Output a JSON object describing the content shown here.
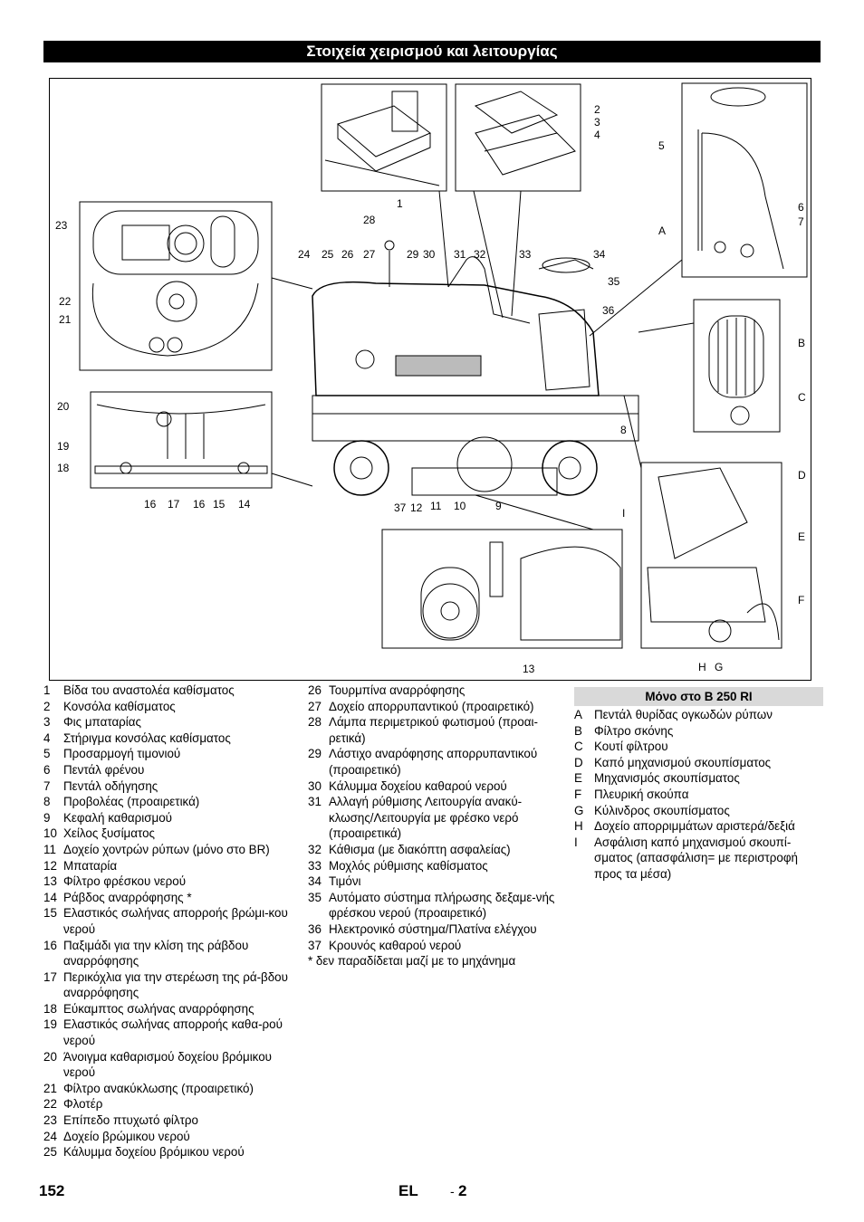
{
  "header": {
    "title": "Στοιχεία χειρισμού και λειτουργίας"
  },
  "figure": {
    "callouts": [
      "1",
      "2",
      "3",
      "4",
      "5",
      "6",
      "7",
      "8",
      "9",
      "10",
      "11",
      "12",
      "13",
      "14",
      "15",
      "16",
      "16",
      "17",
      "18",
      "19",
      "20",
      "21",
      "22",
      "23",
      "24",
      "25",
      "26",
      "27",
      "28",
      "29",
      "30",
      "31",
      "32",
      "33",
      "34",
      "35",
      "36",
      "37",
      "A",
      "B",
      "C",
      "D",
      "E",
      "F",
      "G",
      "H",
      "I"
    ]
  },
  "legend_left": [
    {
      "num": "1",
      "text": "Βίδα του αναστολέα καθίσματος"
    },
    {
      "num": "2",
      "text": "Κονσόλα καθίσματος"
    },
    {
      "num": "3",
      "text": "Φις μπαταρίας"
    },
    {
      "num": "4",
      "text": "Στήριγμα κονσόλας καθίσματος"
    },
    {
      "num": "5",
      "text": "Προσαρμογή τιμονιού"
    },
    {
      "num": "6",
      "text": "Πεντάλ φρένου"
    },
    {
      "num": "7",
      "text": "Πεντάλ οδήγησης"
    },
    {
      "num": "8",
      "text": "Προβολέας (προαιρετικά)"
    },
    {
      "num": "9",
      "text": "Κεφαλή καθαρισμού"
    },
    {
      "num": "10",
      "text": "Χείλος ξυσίματος"
    },
    {
      "num": "11",
      "text": "Δοχείο χοντρών ρύπων (μόνο στο BR)"
    },
    {
      "num": "12",
      "text": "Μπαταρία"
    },
    {
      "num": "13",
      "text": "Φίλτρο φρέσκου νερού"
    },
    {
      "num": "14",
      "text": "Ράβδος αναρρόφησης *"
    },
    {
      "num": "15",
      "text": "Ελαστικός σωλήνας απορροής βρώμι-κου νερού"
    },
    {
      "num": "16",
      "text": "Παξιμάδι για την κλίση της ράβδου αναρρόφησης"
    },
    {
      "num": "17",
      "text": "Περικόχλια για την στερέωση της ρά-βδου αναρρόφησης"
    },
    {
      "num": "18",
      "text": "Εύκαμπτος σωλήνας αναρρόφησης"
    },
    {
      "num": "19",
      "text": "Ελαστικός σωλήνας απορροής καθα-ρού νερού"
    },
    {
      "num": "20",
      "text": "Άνοιγμα καθαρισμού δοχείου βρόμικου νερού"
    },
    {
      "num": "21",
      "text": "Φίλτρο ανακύκλωσης (προαιρετικό)"
    },
    {
      "num": "22",
      "text": "Φλοτέρ"
    },
    {
      "num": "23",
      "text": "Επίπεδο πτυχωτό φίλτρο"
    },
    {
      "num": "24",
      "text": "Δοχείο βρώμικου νερού"
    },
    {
      "num": "25",
      "text": "Κάλυμμα δοχείου βρόμικου νερού"
    }
  ],
  "legend_middle": [
    {
      "num": "26",
      "text": "Τουρμπίνα αναρρόφησης"
    },
    {
      "num": "27",
      "text": "Δοχείο απορρυπαντικού (προαιρετικό)"
    },
    {
      "num": "28",
      "text": "Λάμπα περιμετρικού φωτισμού (προαι-ρετικά)"
    },
    {
      "num": "29",
      "text": "Λάστιχο αναρόφησης απορρυπαντικού (προαιρετικό)"
    },
    {
      "num": "30",
      "text": "Κάλυμμα δοχείου καθαρού νερού"
    },
    {
      "num": "31",
      "text": "Αλλαγή ρύθμισης Λειτουργία ανακύ-κλωσης/Λειτουργία με φρέσκο νερό (προαιρετικά)"
    },
    {
      "num": "32",
      "text": "Κάθισμα (με διακόπτη ασφαλείας)"
    },
    {
      "num": "33",
      "text": "Μοχλός ρύθμισης καθίσματος"
    },
    {
      "num": "34",
      "text": "Τιμόνι"
    },
    {
      "num": "35",
      "text": "Αυτόματο σύστημα πλήρωσης δεξαμε-νής φρέσκου νερού (προαιρετικό)"
    },
    {
      "num": "36",
      "text": "Ηλεκτρονικό σύστημα/Πλατίνα ελέγχου"
    },
    {
      "num": "37",
      "text": "Κρουνός καθαρού νερού"
    }
  ],
  "legend_middle_note": "* δεν παραδίδεται μαζί με το μηχάνημα",
  "legend_right_header": "Μόνο στο B 250 RI",
  "legend_right": [
    {
      "num": "A",
      "text": "Πεντάλ θυρίδας ογκωδών ρύπων"
    },
    {
      "num": "B",
      "text": "Φίλτρο σκόνης"
    },
    {
      "num": "C",
      "text": "Κουτί φίλτρου"
    },
    {
      "num": "D",
      "text": "Καπό μηχανισμού σκουπίσματος"
    },
    {
      "num": "E",
      "text": "Μηχανισμός σκουπίσματος"
    },
    {
      "num": "F",
      "text": "Πλευρική σκούπα"
    },
    {
      "num": "G",
      "text": "Κύλινδρος σκουπίσματος"
    },
    {
      "num": "H",
      "text": "Δοχείο απορριμμάτων αριστερά/δεξιά"
    },
    {
      "num": "I",
      "text": "Ασφάλιση καπό μηχανισμού σκουπί-σματος (απασφάλιση= με περιστροφή προς τα μέσα)"
    }
  ],
  "footer": {
    "page": "152",
    "lang": "EL",
    "dash": "-",
    "num": "2"
  }
}
